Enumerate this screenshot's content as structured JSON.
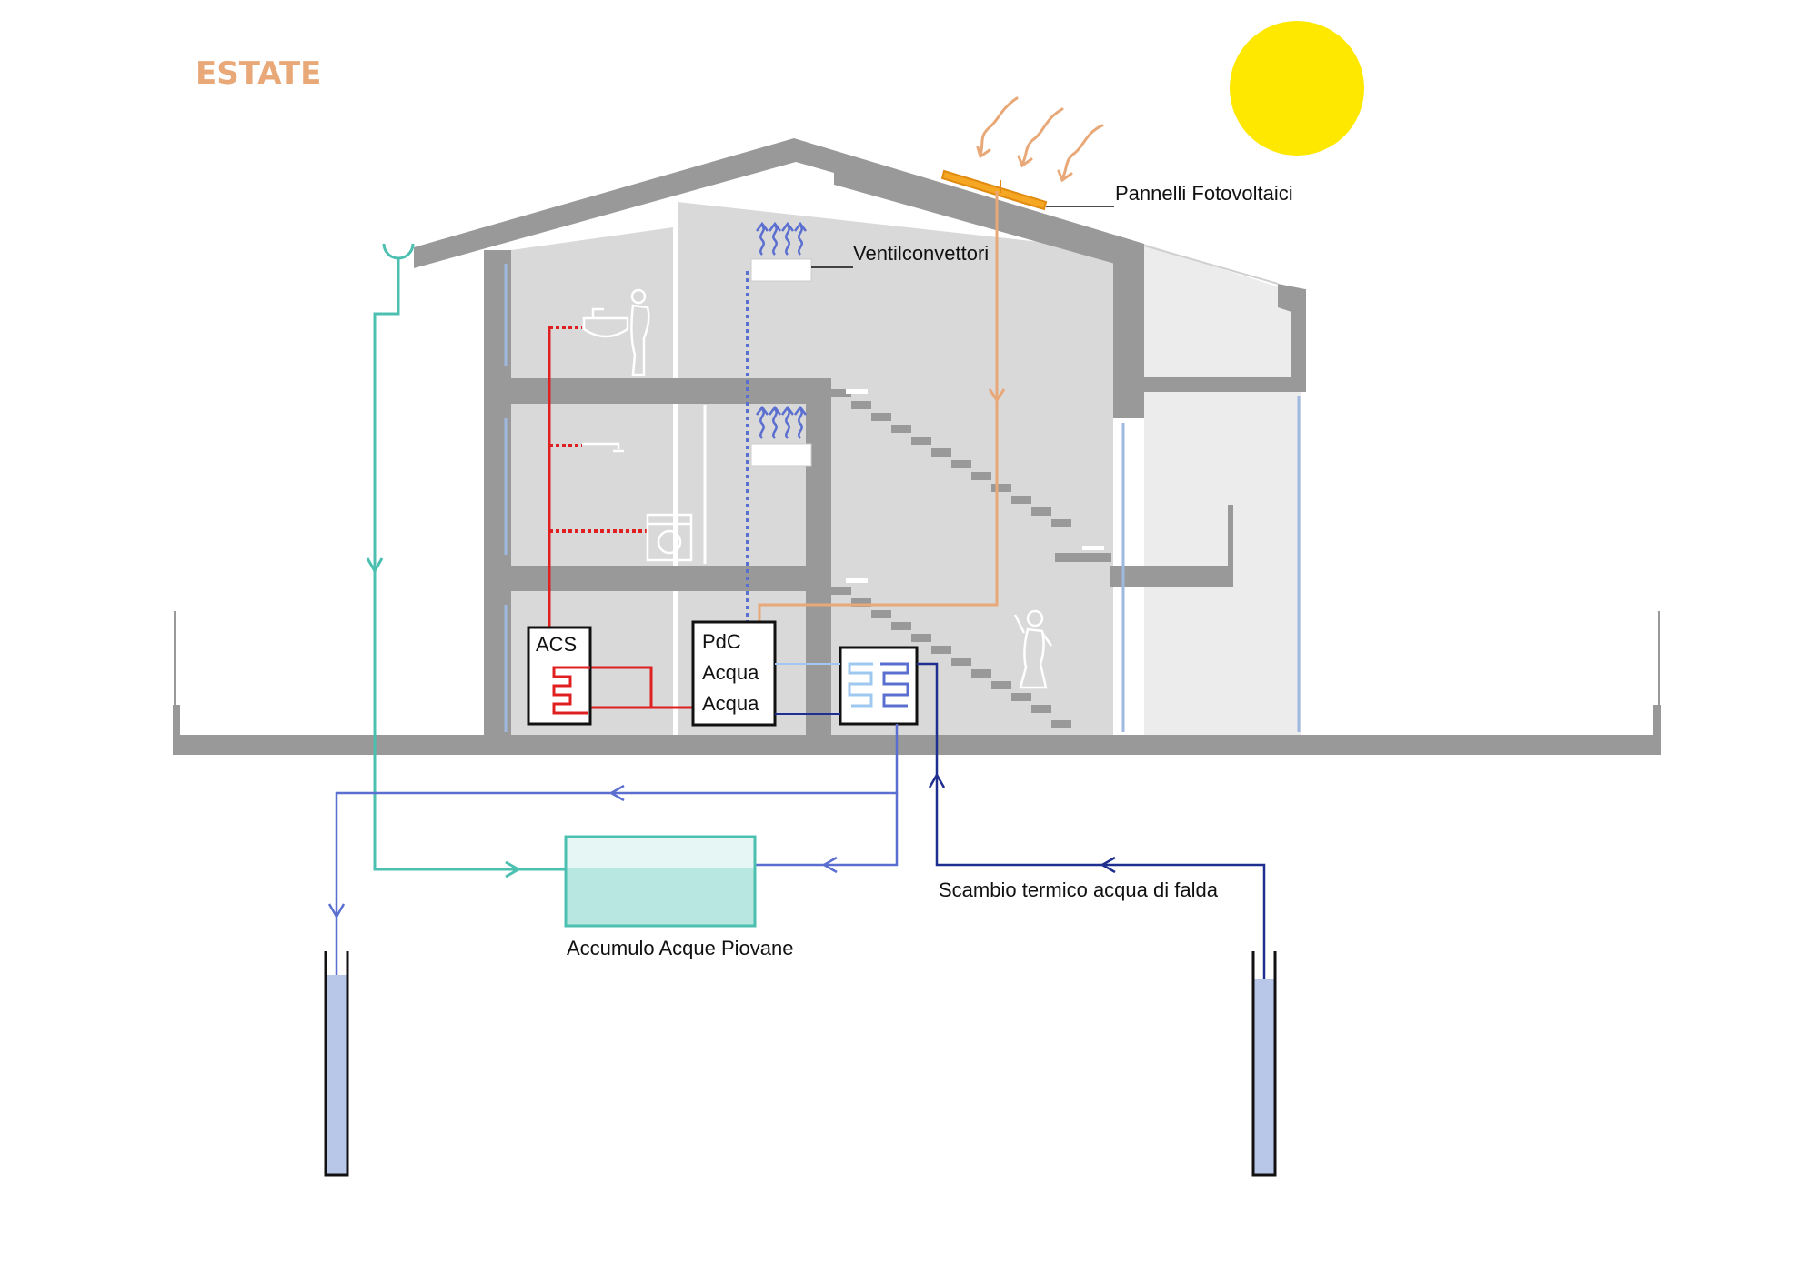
{
  "title": "ESTATE",
  "colors": {
    "wall": "#999999",
    "interior": "#d9d9d9",
    "sun": "#ffe800",
    "solar_pipe": "#e8a878",
    "hot_water": "#e02020",
    "cold_supply": "#5b6fd0",
    "groundwater": "#1f2f90",
    "rainwater": "#4cc0b0",
    "tank_water": "#b8e6e0",
    "well_water": "#b8c6e8"
  },
  "icons": [
    "sun-icon",
    "heat-wave-icon",
    "solar-panel-icon",
    "rain-gutter-icon",
    "fan-coil-icon",
    "sink-icon",
    "person-icon",
    "shower-icon",
    "washing-machine-icon",
    "heat-exchanger-icon",
    "water-tank-icon",
    "well-icon"
  ],
  "labels": {
    "pv_panels": "Pannelli Fotovoltaici",
    "fan_coils": "Ventilconvettori",
    "acs": "ACS",
    "heat_pump_line1": "PdC",
    "heat_pump_line2": "Acqua",
    "heat_pump_line3": "Acqua",
    "groundwater_exchange": "Scambio termico acqua di falda",
    "rainwater_storage": "Accumulo Acque Piovane"
  }
}
